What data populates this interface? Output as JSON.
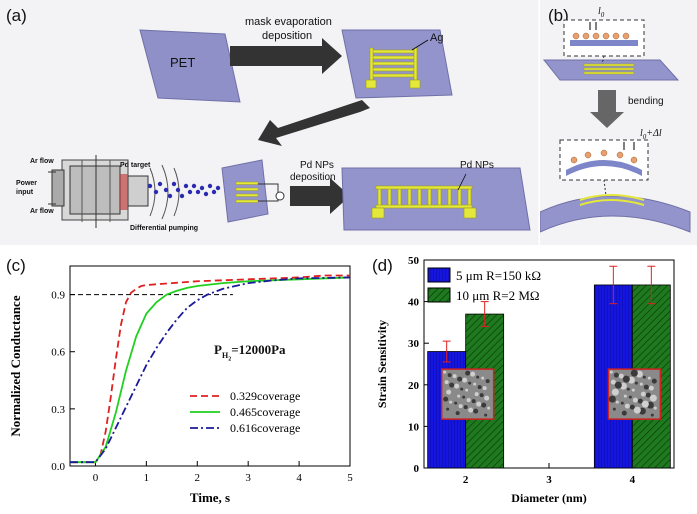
{
  "panels": {
    "a": {
      "letter": "(a)",
      "pet_label": "PET",
      "step1_label_line1": "mask evaporation",
      "step1_label_line2": "deposition",
      "ag_label": "Ag",
      "ar_flow_top": "Ar flow",
      "ar_flow_bottom": "Ar flow",
      "power_input_line1": "Power",
      "power_input_line2": "input",
      "pd_target": "Pd target",
      "diff_pumping": "Differential pumping",
      "step2_label_line1": "Pd NPs",
      "step2_label_line2": "deposition",
      "pdnps_label": "Pd NPs"
    },
    "b": {
      "letter": "(b)",
      "l0": "l",
      "l0_sub": "0",
      "bending": "bending",
      "l0dl": "l",
      "l0dl_sub": "0",
      "l0dl_suffix": "+Δl"
    },
    "c": {
      "letter": "(c)",
      "pressure_prefix": "P",
      "pressure_sub": "H",
      "pressure_subsub": "2",
      "pressure_suffix": "=12000Pa"
    },
    "d": {
      "letter": "(d)"
    }
  },
  "chart_data": [
    {
      "panel": "c",
      "type": "line",
      "xlabel": "Time, s",
      "ylabel": "Normalized Conductance",
      "xlim": [
        -0.5,
        5
      ],
      "ylim": [
        0,
        1.05
      ],
      "xticks": [
        0,
        1,
        2,
        3,
        4,
        5
      ],
      "yticks": [
        0.0,
        0.3,
        0.6,
        0.9
      ],
      "ytick_labels": [
        "0.0",
        "0.3",
        "0.6",
        "0.9"
      ],
      "reference_line": {
        "y": 0.9,
        "x_range": [
          -0.5,
          2.7
        ]
      },
      "series": [
        {
          "name": "0.329coverage",
          "color": "#e02020",
          "dash": "7,4",
          "x": [
            -0.5,
            0.0,
            0.1,
            0.2,
            0.3,
            0.4,
            0.5,
            0.6,
            0.7,
            0.8,
            0.9,
            1.0,
            1.5,
            2.0,
            3.0,
            4.0,
            4.5,
            5.0
          ],
          "y": [
            0.02,
            0.02,
            0.06,
            0.18,
            0.36,
            0.56,
            0.74,
            0.86,
            0.91,
            0.93,
            0.945,
            0.95,
            0.96,
            0.97,
            0.98,
            0.99,
            1.0,
            1.0
          ]
        },
        {
          "name": "0.465coverage",
          "color": "#20d020",
          "dash": "",
          "x": [
            -0.5,
            0.0,
            0.2,
            0.4,
            0.6,
            0.8,
            1.0,
            1.2,
            1.4,
            1.6,
            1.8,
            2.0,
            2.5,
            3.0,
            4.0,
            5.0
          ],
          "y": [
            0.02,
            0.02,
            0.1,
            0.28,
            0.5,
            0.68,
            0.8,
            0.86,
            0.9,
            0.92,
            0.935,
            0.945,
            0.96,
            0.97,
            0.98,
            0.99
          ]
        },
        {
          "name": "0.616coverage",
          "color": "#1a1a9a",
          "dash": "8,3,2,3",
          "x": [
            -0.5,
            0.0,
            0.2,
            0.4,
            0.6,
            0.8,
            1.0,
            1.2,
            1.4,
            1.6,
            1.8,
            2.0,
            2.2,
            2.5,
            3.0,
            3.5,
            4.0,
            5.0
          ],
          "y": [
            0.02,
            0.02,
            0.09,
            0.2,
            0.31,
            0.42,
            0.53,
            0.62,
            0.7,
            0.77,
            0.83,
            0.87,
            0.9,
            0.93,
            0.96,
            0.975,
            0.985,
            0.99
          ]
        }
      ]
    },
    {
      "panel": "d",
      "type": "bar",
      "xlabel": "Diameter (nm)",
      "ylabel": "Strain Sensitivity",
      "xlim": [
        1.5,
        4.5
      ],
      "ylim": [
        0,
        50
      ],
      "xticks": [
        2,
        3,
        4
      ],
      "yticks": [
        0,
        10,
        20,
        30,
        40,
        50
      ],
      "categories": [
        2,
        4
      ],
      "series": [
        {
          "name": "5 μm R=150 kΩ",
          "color": "#1515e0",
          "values": [
            28,
            44
          ],
          "errors": [
            2.5,
            4.5
          ]
        },
        {
          "name": "10 μm R=2 MΩ",
          "color": "#1f7a1f",
          "values": [
            37,
            44
          ],
          "errors": [
            3,
            4.5
          ]
        }
      ]
    }
  ]
}
